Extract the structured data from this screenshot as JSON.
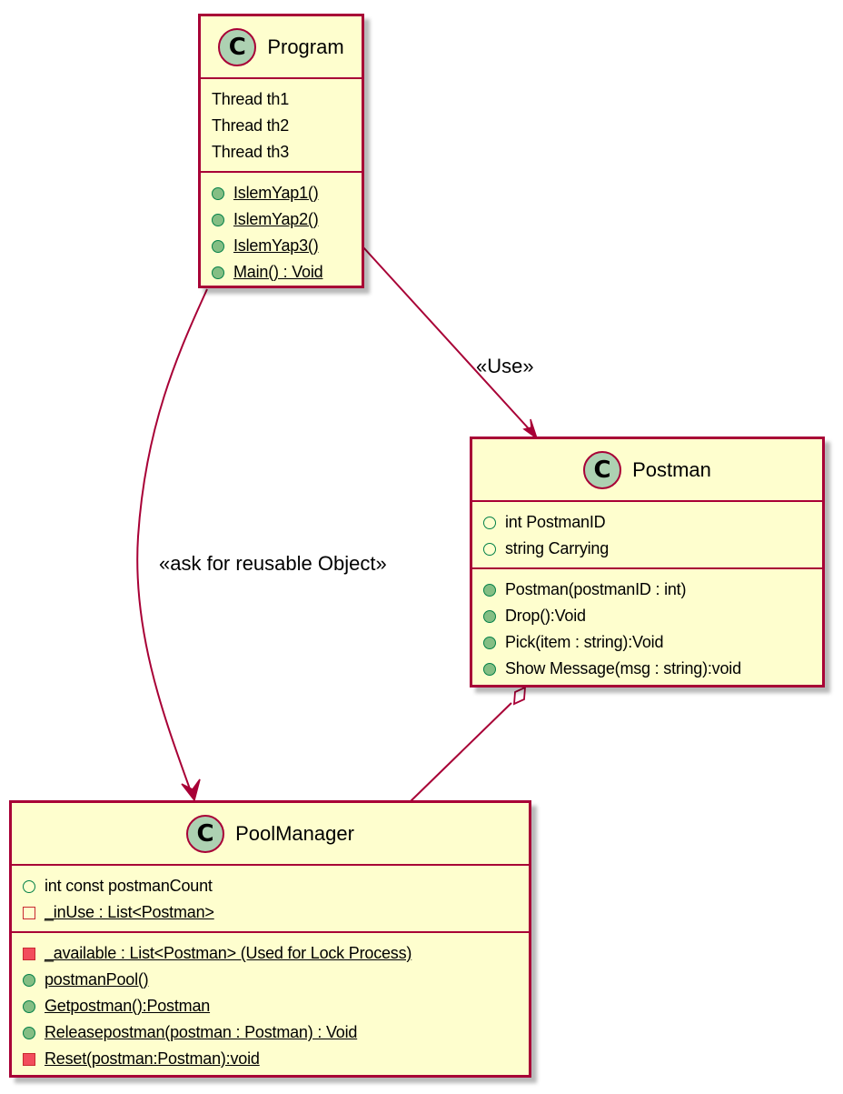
{
  "diagram": {
    "classes": {
      "program": {
        "stereotype_letter": "C",
        "name": "Program",
        "fields": [
          {
            "text": "Thread th1",
            "visibility": "none",
            "static": false
          },
          {
            "text": "Thread th2",
            "visibility": "none",
            "static": false
          },
          {
            "text": "Thread th3",
            "visibility": "none",
            "static": false
          }
        ],
        "methods": [
          {
            "text": "IslemYap1()",
            "visibility": "public",
            "static": true
          },
          {
            "text": "IslemYap2()",
            "visibility": "public",
            "static": true
          },
          {
            "text": "IslemYap3()",
            "visibility": "public",
            "static": true
          },
          {
            "text": "Main() : Void",
            "visibility": "public",
            "static": true
          }
        ]
      },
      "postman": {
        "stereotype_letter": "C",
        "name": "Postman",
        "fields": [
          {
            "text": "int PostmanID",
            "visibility": "public",
            "static": false
          },
          {
            "text": "string Carrying",
            "visibility": "public",
            "static": false
          }
        ],
        "methods": [
          {
            "text": "Postman(postmanID : int)",
            "visibility": "public",
            "static": false
          },
          {
            "text": "Drop():Void",
            "visibility": "public",
            "static": false
          },
          {
            "text": "Pick(item : string):Void",
            "visibility": "public",
            "static": false
          },
          {
            "text": "Show Message(msg : string):void",
            "visibility": "public",
            "static": false
          }
        ]
      },
      "poolmanager": {
        "stereotype_letter": "C",
        "name": "PoolManager",
        "fields": [
          {
            "text": "int const postmanCount",
            "visibility": "public",
            "static": false
          },
          {
            "text": "_inUse : List<Postman>",
            "visibility": "private",
            "static": true
          }
        ],
        "methods": [
          {
            "text": "_available : List<Postman> (Used for Lock Process)",
            "visibility": "private",
            "static": true
          },
          {
            "text": "postmanPool()",
            "visibility": "public",
            "static": true
          },
          {
            "text": "Getpostman():Postman",
            "visibility": "public",
            "static": true
          },
          {
            "text": "Releasepostman(postman : Postman) : Void",
            "visibility": "public",
            "static": true
          },
          {
            "text": "Reset(postman:Postman):void",
            "visibility": "private",
            "static": true
          }
        ]
      }
    },
    "relations": {
      "use_label": "«Use»",
      "ask_label": "«ask for reusable Object»"
    },
    "colors": {
      "class_fill": "#fefece",
      "class_border": "#a80036",
      "stereotype_circle": "#add1b2",
      "edge": "#a80036",
      "public_icon": "#038048",
      "private_icon": "#c82930"
    }
  }
}
